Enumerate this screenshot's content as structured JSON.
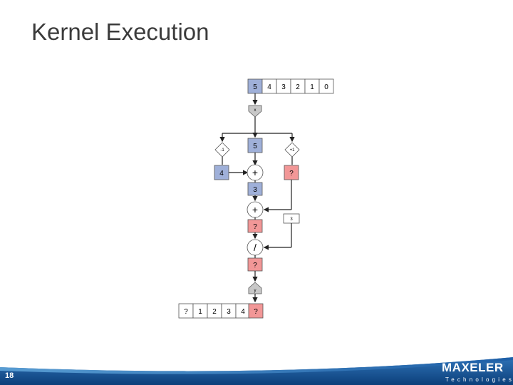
{
  "slide": {
    "title": "Kernel Execution",
    "number": "18"
  },
  "logo": {
    "name": "MAXELER",
    "tagline": "Technologies"
  },
  "diagram": {
    "input_stream": [
      "5",
      "4",
      "3",
      "2",
      "1",
      "0"
    ],
    "input_label": "x",
    "left_offset": "-1",
    "right_offset": "+1",
    "middle_value": "5",
    "left_value": "4",
    "right_value": "?",
    "ops": {
      "add1": "+",
      "add2": "+",
      "div": "/"
    },
    "sum1_value": "3",
    "constant": "3",
    "sum2_value": "?",
    "div_value": "?",
    "output_label": "y",
    "output_stream": [
      "?",
      "1",
      "2",
      "3",
      "4",
      "?"
    ],
    "colors": {
      "blue": "#9fb0d9",
      "red": "#f29797",
      "gray": "#c8c8c8",
      "line": "#222222"
    }
  }
}
